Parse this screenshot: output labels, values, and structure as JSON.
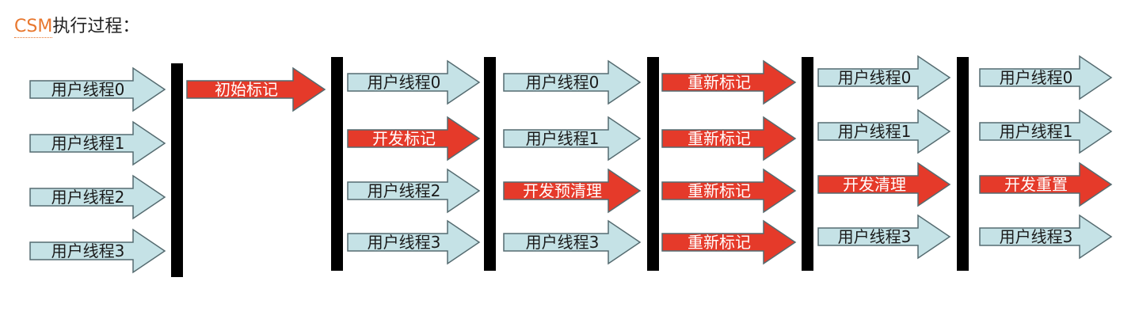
{
  "heading": {
    "link_text": "CSM",
    "text": "执行过程："
  },
  "colors": {
    "idle_fill": "#c5e2e6",
    "active_fill": "#e53a2a",
    "arrow_stroke": "#556b70",
    "barrier": "#000000",
    "link": "#e8772e"
  },
  "phases": [
    {
      "rows": [
        {
          "label": "用户线程0",
          "state": "idle"
        },
        {
          "label": "用户线程1",
          "state": "idle"
        },
        {
          "label": "用户线程2",
          "state": "idle"
        },
        {
          "label": "用户线程3",
          "state": "idle"
        }
      ]
    },
    {
      "rows": [
        {
          "label": "初始标记",
          "state": "active"
        }
      ]
    },
    {
      "rows": [
        {
          "label": "用户线程0",
          "state": "idle"
        },
        {
          "label": "开发标记",
          "state": "active"
        },
        {
          "label": "用户线程2",
          "state": "idle"
        },
        {
          "label": "用户线程3",
          "state": "idle"
        }
      ]
    },
    {
      "rows": [
        {
          "label": "用户线程0",
          "state": "idle"
        },
        {
          "label": "用户线程1",
          "state": "idle"
        },
        {
          "label": "开发预清理",
          "state": "active"
        },
        {
          "label": "用户线程3",
          "state": "idle"
        }
      ]
    },
    {
      "rows": [
        {
          "label": "重新标记",
          "state": "active"
        },
        {
          "label": "重新标记",
          "state": "active"
        },
        {
          "label": "重新标记",
          "state": "active"
        },
        {
          "label": "重新标记",
          "state": "active"
        }
      ]
    },
    {
      "rows": [
        {
          "label": "用户线程0",
          "state": "idle"
        },
        {
          "label": "用户线程1",
          "state": "idle"
        },
        {
          "label": "开发清理",
          "state": "active"
        },
        {
          "label": "用户线程3",
          "state": "idle"
        }
      ]
    },
    {
      "rows": [
        {
          "label": "用户线程0",
          "state": "idle"
        },
        {
          "label": "用户线程1",
          "state": "idle"
        },
        {
          "label": "开发重置",
          "state": "active"
        },
        {
          "label": "用户线程3",
          "state": "idle"
        }
      ]
    }
  ]
}
